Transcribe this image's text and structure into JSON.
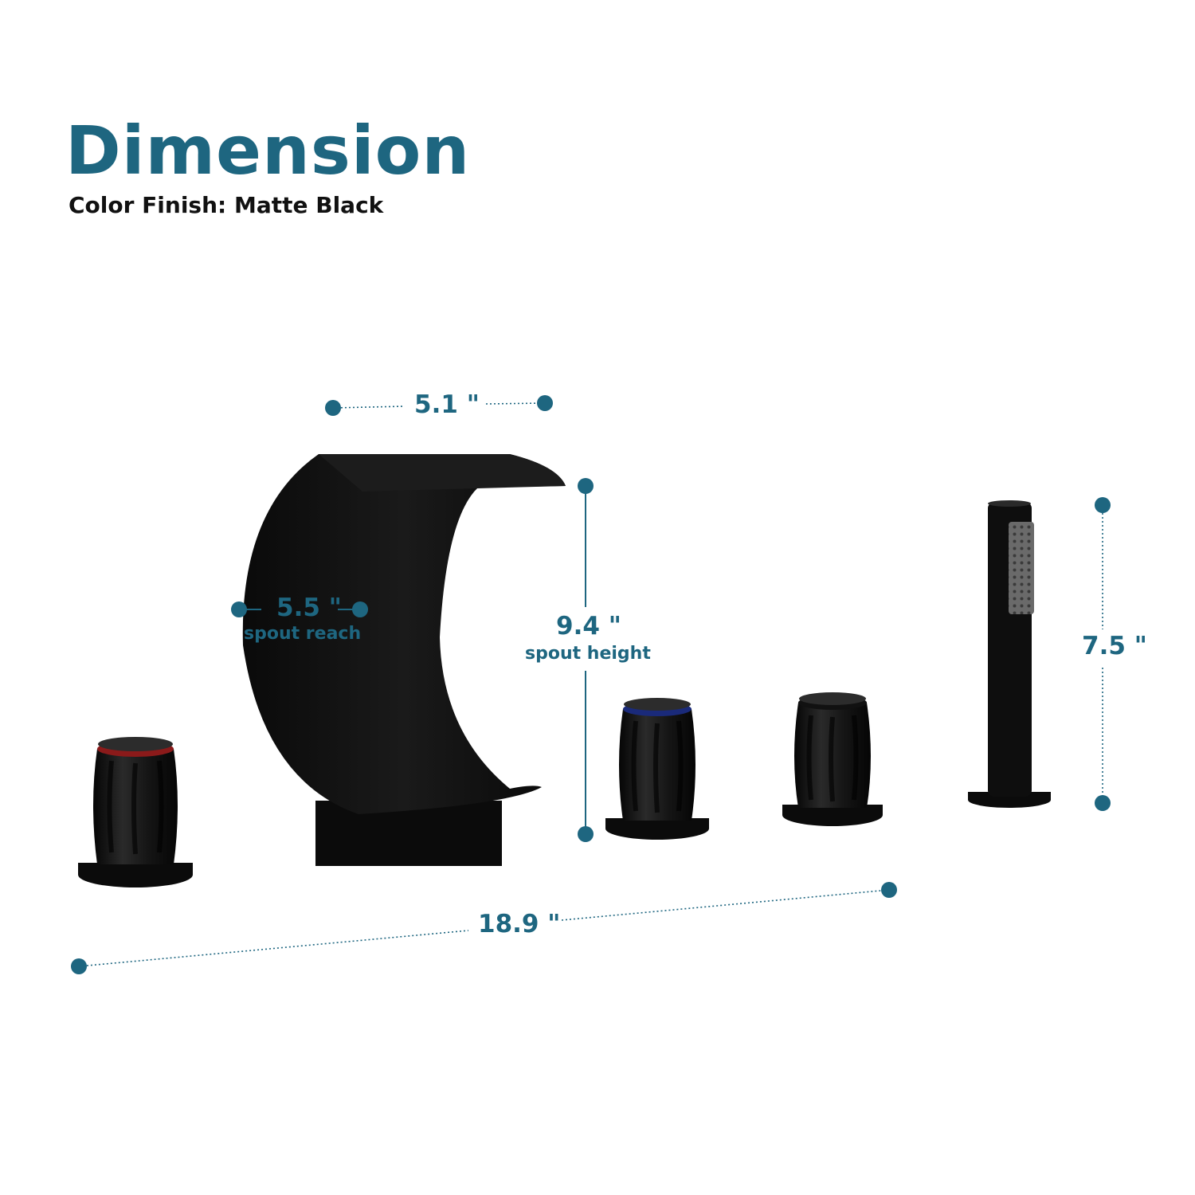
{
  "header": {
    "title": "Dimension",
    "subtitle": "Color Finish: Matte Black"
  },
  "dimensions": {
    "spout_width": "5.1 \"",
    "spout_reach": "5.5 \"",
    "spout_reach_caption": "spout reach",
    "spout_height": "9.4 \"",
    "spout_height_caption": "spout height",
    "handshower_height": "7.5 \"",
    "overall_width": "18.9 \""
  },
  "colors": {
    "accent": "#1e6680",
    "product": "#0d0d0d",
    "text": "#111111",
    "hot_ring": "#8b1a1a",
    "cold_ring": "#1a2a7a"
  }
}
